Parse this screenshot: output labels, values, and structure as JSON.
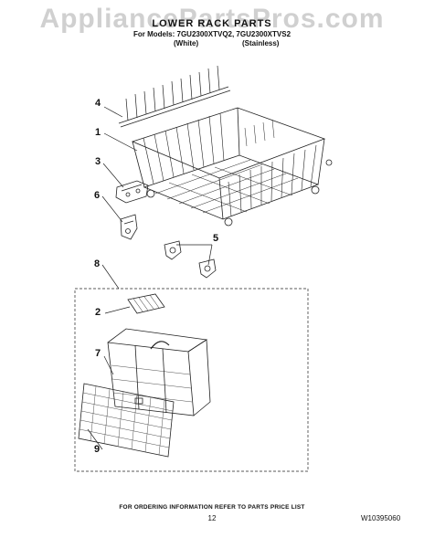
{
  "watermark": "AppliancePartsPros.com",
  "header": {
    "title": "LOWER RACK PARTS",
    "models_line": "For Models: 7GU2300XTVQ2, 7GU2300XTVS2",
    "variant_white": "(White)",
    "variant_stainless": "(Stainless)"
  },
  "callouts": [
    "4",
    "1",
    "3",
    "6",
    "5",
    "8",
    "2",
    "7",
    "9"
  ],
  "footer": {
    "note": "FOR ORDERING INFORMATION REFER TO PARTS PRICE LIST",
    "page_number": "12",
    "document_number": "W10395060"
  }
}
